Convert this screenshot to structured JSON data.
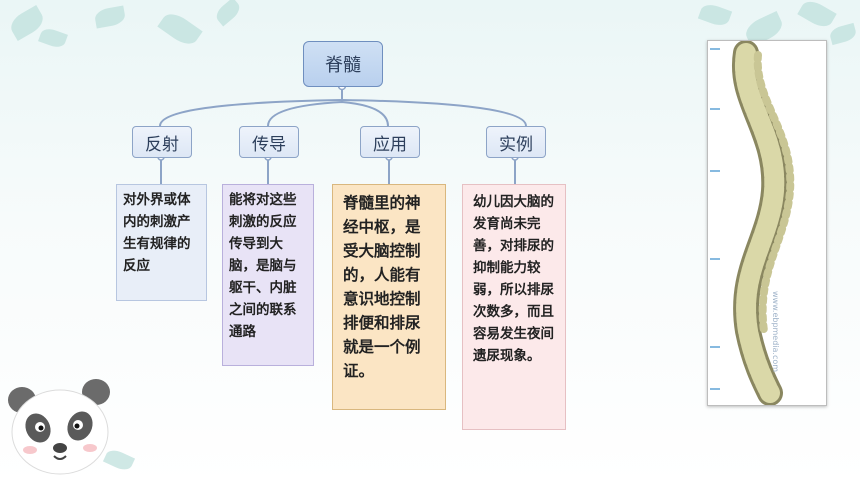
{
  "mindmap": {
    "root": "脊髓",
    "branches": [
      {
        "label": "反射",
        "text": "对外界或体内的刺激产生有规律的反应"
      },
      {
        "label": "传导",
        "text": "能将对这些刺激的反应传导到大 脑，是脑与躯干、内脏之间的联系通路"
      },
      {
        "label": "应用",
        "text": "脊髓里的神经中枢，是受大脑控制的，人能有意识地控制排便和排尿就是一个例证。"
      },
      {
        "label": "实例",
        "text": "幼儿因大脑的发育尚未完善，对排尿的抑制能力较弱，所以排尿次数多，而且容易发生夜间遗尿现象。"
      }
    ]
  },
  "image": {
    "watermark": "www.ebpmedia.com"
  },
  "colors": {
    "root_fill": "#c4d8f1",
    "reflex_box": "#e8eef8",
    "conduction_box": "#e8e3f6",
    "application_box": "#fbe5c4",
    "example_box": "#fce9ea"
  }
}
